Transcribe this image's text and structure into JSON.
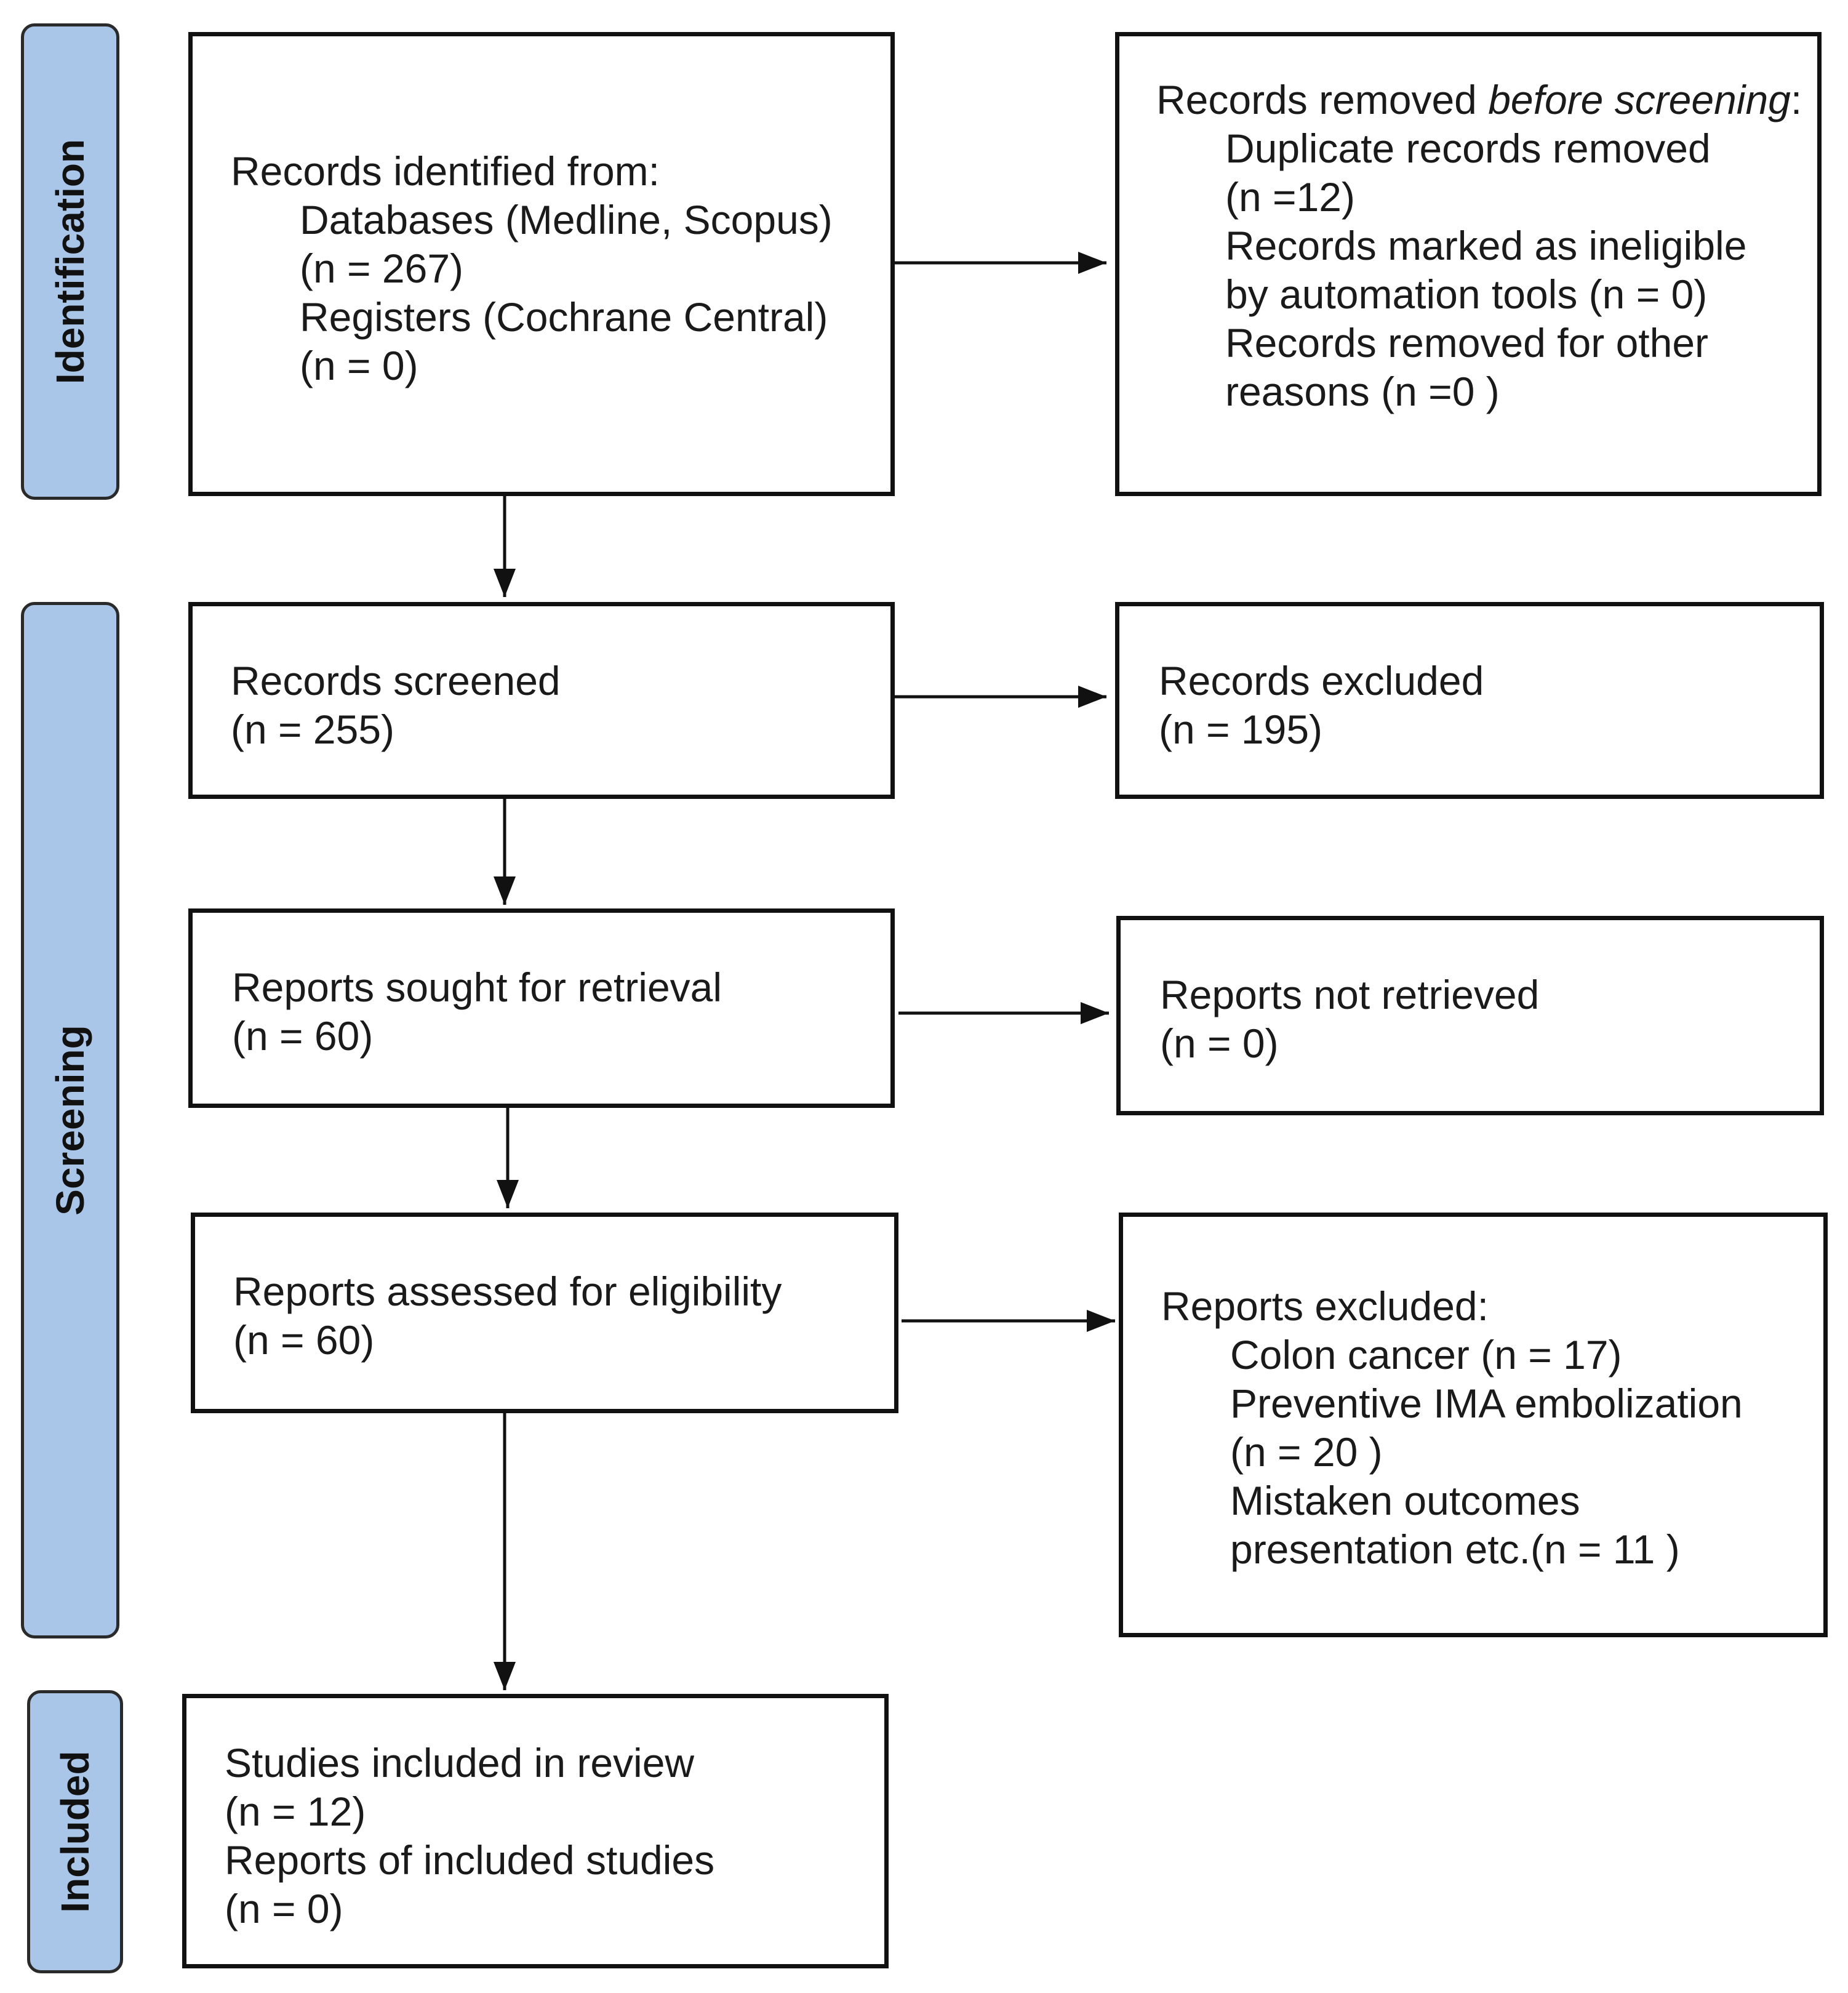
{
  "phases": {
    "identification": "Identification",
    "screening": "Screening",
    "included": "Included"
  },
  "identified": {
    "heading": "Records identified from:",
    "databases": "Databases (Medline, Scopus)",
    "databases_n": "(n = 267)",
    "registers": "Registers (Cochrane Central)",
    "registers_n": "(n = 0)"
  },
  "removed": {
    "heading_pre": "Records removed ",
    "heading_em": "before screening",
    "heading_post": ":",
    "duplicates": "Duplicate records removed",
    "duplicates_n": "(n =12)",
    "automation_1": "Records marked as ineligible",
    "automation_2": "by automation tools (n = 0)",
    "other_1": "Records removed for other",
    "other_2": "reasons (n =0 )"
  },
  "screened": {
    "label": "Records screened",
    "n": "(n = 255)"
  },
  "excluded": {
    "label": "Records excluded",
    "n": "(n = 195)"
  },
  "sought": {
    "label": "Reports sought for retrieval",
    "n": "(n = 60)"
  },
  "not_retrieved": {
    "label": "Reports not retrieved",
    "n": "(n = 0)"
  },
  "assessed": {
    "label": "Reports assessed for eligibility",
    "n": "(n = 60)"
  },
  "reports_excluded": {
    "heading": "Reports excluded:",
    "reason_1": "Colon cancer (n = 17)",
    "reason_2": "Preventive IMA embolization",
    "reason_2_n": "(n = 20 )",
    "reason_3": "Mistaken outcomes",
    "reason_3_b": "presentation etc.(n = 11 )"
  },
  "included": {
    "studies": "Studies included in review",
    "studies_n": "(n = 12)",
    "reports": "Reports of included studies",
    "reports_n": "(n = 0)"
  }
}
